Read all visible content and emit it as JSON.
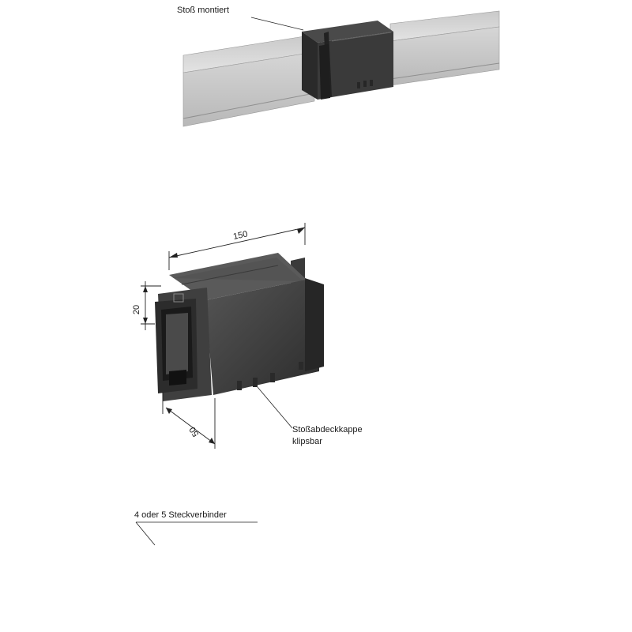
{
  "labels": {
    "joint_mounted": "Stoß montiert",
    "cap_name": "Stoßabdeckkappe",
    "cap_note": "klipsbar",
    "connectors": "4 oder 5 Steckverbinder"
  },
  "dimensions": {
    "length": "150",
    "height": "20",
    "depth": "50"
  },
  "connector_count_shown": 5
}
